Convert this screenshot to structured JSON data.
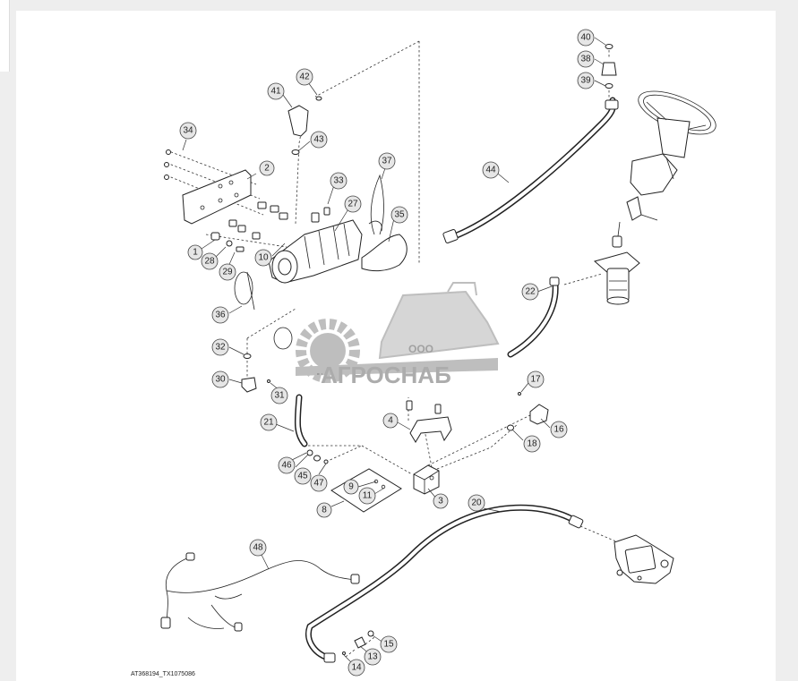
{
  "diagram": {
    "reference_code": "AT368194_TX1075086",
    "watermark": {
      "brand": "АГРОСНАБ",
      "prefix": "ООО"
    },
    "callouts": [
      "1",
      "2",
      "3",
      "4",
      "8",
      "9",
      "10",
      "11",
      "13",
      "14",
      "15",
      "16",
      "17",
      "18",
      "20",
      "21",
      "22",
      "27",
      "28",
      "29",
      "30",
      "31",
      "32",
      "33",
      "34",
      "35",
      "36",
      "37",
      "38",
      "39",
      "40",
      "41",
      "42",
      "43",
      "44",
      "45",
      "46",
      "47",
      "48"
    ],
    "colors": {
      "line": "#222222",
      "callout_fill": "#e6e6e6",
      "watermark": "#8a8a8a"
    }
  }
}
